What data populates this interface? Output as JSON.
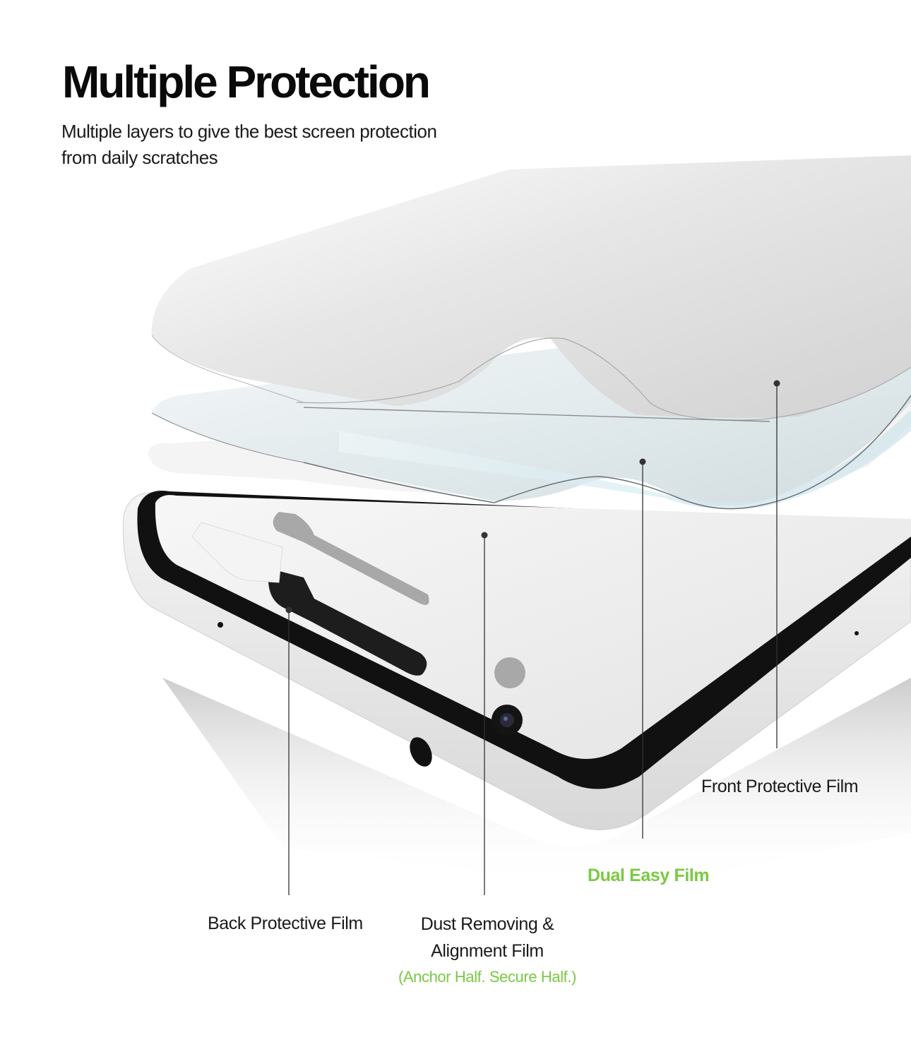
{
  "header": {
    "title": "Multiple Protection",
    "subtitle_line1": "Multiple layers to give the best screen protection",
    "subtitle_line2": "from daily scratches"
  },
  "callouts": [
    {
      "id": "front",
      "label": "Front Protective Film"
    },
    {
      "id": "dual",
      "label": "Dual Easy Film"
    },
    {
      "id": "back",
      "label": "Back Protective Film"
    },
    {
      "id": "dust",
      "label_line1": "Dust Removing &",
      "label_line2": "Alignment Film",
      "note": "(Anchor Half. Secure Half.)"
    }
  ],
  "colors": {
    "accent_green": "#7ac943",
    "text": "#1a1a1a",
    "leader_line": "#333333"
  }
}
